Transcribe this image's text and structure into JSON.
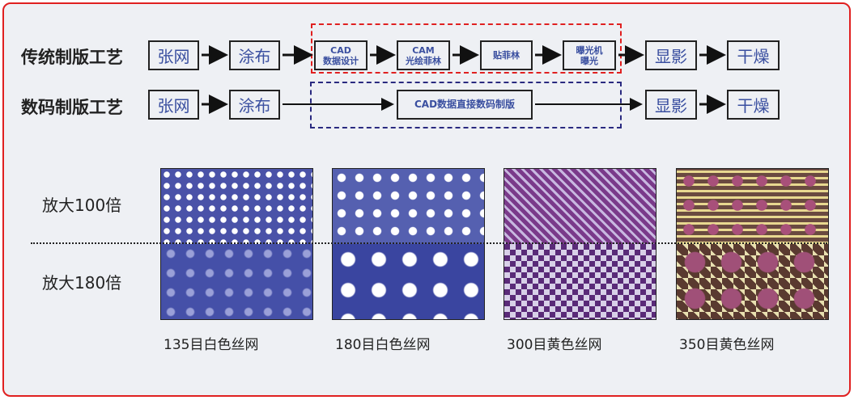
{
  "rows": [
    {
      "title": "传统制版工艺",
      "steps": [
        "张网",
        "涂布"
      ],
      "group": [
        {
          "l1": "CAD",
          "l2": "数据设计"
        },
        {
          "l1": "CAM",
          "l2": "光绘菲林"
        },
        {
          "l1": "贴菲林",
          "l2": ""
        },
        {
          "l1": "曝光机",
          "l2": "曝光"
        }
      ],
      "after": [
        "显影",
        "干燥"
      ]
    },
    {
      "title": "数码制版工艺",
      "steps": [
        "张网",
        "涂布"
      ],
      "group_label": "CAD数据直接数码制版",
      "after": [
        "显影",
        "干燥"
      ]
    }
  ],
  "magnifications": [
    "放大100倍",
    "放大180倍"
  ],
  "samples": [
    {
      "caption": "135目白色丝网",
      "color": "#4a52a8"
    },
    {
      "caption": "180目白色丝网",
      "color": "#5560b0"
    },
    {
      "caption": "300目黄色丝网",
      "color": "#7a3a8a"
    },
    {
      "caption": "350目黄色丝网",
      "color": "#6a4a40"
    }
  ]
}
